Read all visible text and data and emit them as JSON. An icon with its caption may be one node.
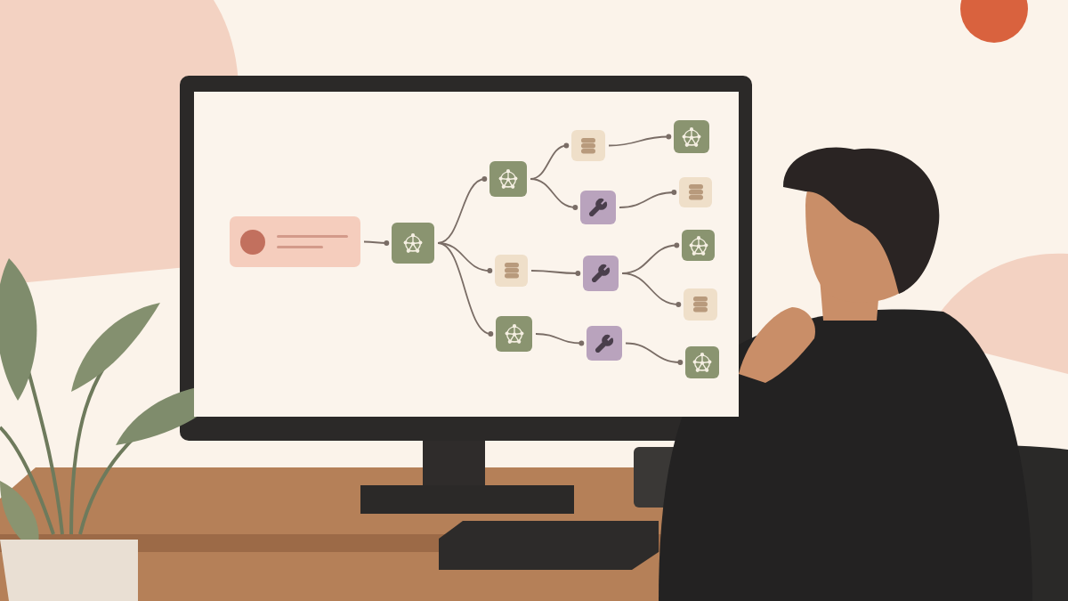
{
  "diagram": {
    "nodes": [
      {
        "text": [],
        "shape": "box"
      },
      {
        "text": [],
        "shape": "box"
      },
      {
        "text": [],
        "shape": "box"
      },
      {
        "text": [],
        "shape": "box"
      },
      {
        "text": [],
        "shape": "box"
      },
      {
        "text": [],
        "shape": "box"
      },
      {
        "text": [],
        "shape": "box"
      },
      {
        "text": [],
        "shape": "box"
      },
      {
        "text": [],
        "shape": "box"
      },
      {
        "text": [],
        "shape": "box"
      },
      {
        "text": [],
        "shape": "box"
      },
      {
        "text": [],
        "shape": "box"
      },
      {
        "text": [],
        "shape": "box"
      },
      {
        "text": [],
        "shape": "box"
      }
    ],
    "edges": [
      {
        "from": 0,
        "to": 1,
        "arrow": "other"
      },
      {
        "from": 1,
        "to": 2,
        "arrow": "other"
      },
      {
        "from": 1,
        "to": 7,
        "arrow": "other"
      },
      {
        "from": 1,
        "to": 11,
        "arrow": "other"
      },
      {
        "from": 2,
        "to": 3,
        "arrow": "other"
      },
      {
        "from": 2,
        "to": 5,
        "arrow": "other"
      },
      {
        "from": 3,
        "to": 4,
        "arrow": "other"
      },
      {
        "from": 5,
        "to": 6,
        "arrow": "other"
      },
      {
        "from": 7,
        "to": 8,
        "arrow": "other"
      },
      {
        "from": 8,
        "to": 9,
        "arrow": "other"
      },
      {
        "from": 8,
        "to": 10,
        "arrow": "other"
      },
      {
        "from": 11,
        "to": 12,
        "arrow": "other"
      },
      {
        "from": 12,
        "to": 13,
        "arrow": "other"
      }
    ]
  }
}
